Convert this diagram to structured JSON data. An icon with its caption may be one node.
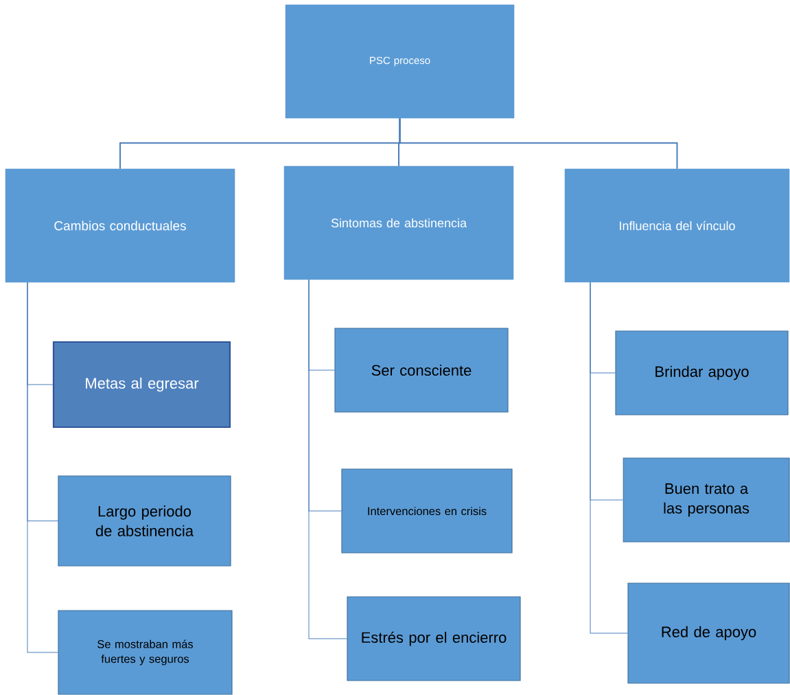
{
  "diagram": {
    "nodes": [
      {
        "text": [
          "PSC proceso"
        ]
      },
      {
        "text": [
          "Cambios conductuales"
        ]
      },
      {
        "text": [
          "Sintomas de abstinencia"
        ]
      },
      {
        "text": [
          "Influencia del vínculo"
        ]
      },
      {
        "text": [
          "Metas al egresar"
        ]
      },
      {
        "text": [
          "Largo periodo de abstinencia"
        ]
      },
      {
        "text": [
          "Se mostraban más fuertes y seguros"
        ]
      },
      {
        "text": [
          "Ser consciente"
        ]
      },
      {
        "text": [
          "Intervenciones en crisis"
        ]
      },
      {
        "text": [
          "Estrés por el encierro"
        ]
      },
      {
        "text": [
          "Brindar apoyo"
        ]
      },
      {
        "text": [
          "Buen trato a las personas"
        ]
      },
      {
        "text": [
          "Red de apoyo"
        ]
      }
    ],
    "edges": [
      {
        "from": 0,
        "to": 1,
        "arrow": "none"
      },
      {
        "from": 0,
        "to": 2,
        "arrow": "none"
      },
      {
        "from": 0,
        "to": 3,
        "arrow": "none"
      },
      {
        "from": 1,
        "to": 4,
        "arrow": "none"
      },
      {
        "from": 1,
        "to": 5,
        "arrow": "none"
      },
      {
        "from": 1,
        "to": 6,
        "arrow": "none"
      },
      {
        "from": 2,
        "to": 7,
        "arrow": "none"
      },
      {
        "from": 2,
        "to": 8,
        "arrow": "none"
      },
      {
        "from": 2,
        "to": 9,
        "arrow": "none"
      },
      {
        "from": 3,
        "to": 10,
        "arrow": "none"
      },
      {
        "from": 3,
        "to": 11,
        "arrow": "none"
      },
      {
        "from": 3,
        "to": 12,
        "arrow": "none"
      }
    ]
  }
}
